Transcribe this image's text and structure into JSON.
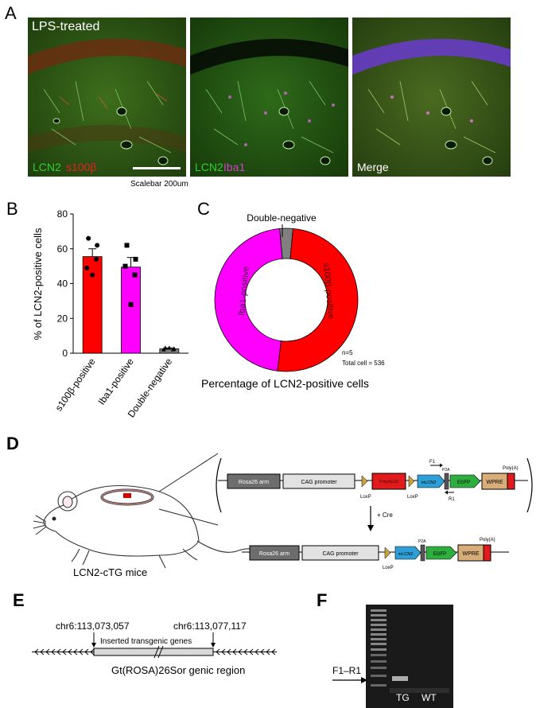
{
  "panels": {
    "a": "A",
    "b": "B",
    "c": "C",
    "d": "D",
    "e": "E",
    "f": "F"
  },
  "panel_a": {
    "title": "LPS-treated",
    "label1_green": "LCN2",
    "label1_red": "s100β",
    "label2_green": "LCN2",
    "label2_red": "Iba1",
    "label3": "Merge",
    "scalebar": "Scalebar 200um"
  },
  "chart_data": [
    {
      "type": "bar",
      "categories": [
        "s100β-positive",
        "Iba1-positive",
        "Double-negative"
      ],
      "values": [
        55.5,
        49.5,
        2.5
      ],
      "errors": [
        4.5,
        5.5,
        0.5
      ],
      "colors": [
        "#ff0000",
        "#ff00ff",
        "#808080"
      ],
      "points": [
        [
          66,
          62,
          49,
          54,
          45
        ],
        [
          62,
          54,
          50,
          45,
          28
        ],
        [
          3,
          2.5,
          2,
          2,
          3
        ]
      ],
      "ylabel": "% of LCN2-positive cells",
      "ylim": [
        0,
        80
      ],
      "yticks": [
        0,
        20,
        40,
        60,
        80
      ]
    },
    {
      "type": "pie",
      "categories": [
        "s100β-positive",
        "Iba1-positive",
        "Double-negative"
      ],
      "values": [
        50.5,
        46.5,
        3
      ],
      "colors": [
        "#ff0000",
        "#ff00ff",
        "#808080"
      ],
      "caption": "Percentage of LCN2-positive cells",
      "annotation_n": "n=5",
      "annotation_total": "Total cell = 536"
    }
  ],
  "panel_d": {
    "mouse_label": "LCN2-cTG mice",
    "top": {
      "rosa": "Rosa26 arm",
      "cag": "CAG promoter",
      "stop": "PolyA(x3)",
      "lcn2": "mLCN2",
      "p2a": "P2A",
      "egfp": "EGFP",
      "wpre": "WPRE",
      "polya": "Poly(A)",
      "loxp1": "LoxP",
      "loxp2": "LoxP",
      "f1": "F1",
      "r1": "R1"
    },
    "cre": "+ Cre",
    "bottom": {
      "rosa": "Rosa26 arm",
      "cag": "CAG promoter",
      "lcn2": "mLCN2",
      "p2a": "P2A",
      "egfp": "EGFP",
      "wpre": "WPRE",
      "polya": "Poly(A)",
      "loxp": "LoxP"
    }
  },
  "panel_e": {
    "left_coord": "chr6:113,073,057",
    "right_coord": "chr6:113,077,117",
    "insert_label": "Inserted transgenic genes",
    "region": "Gt(ROSA)26Sor genic region"
  },
  "panel_f": {
    "band_label": "F1–R1",
    "lane1": "TG",
    "lane2": "WT"
  }
}
